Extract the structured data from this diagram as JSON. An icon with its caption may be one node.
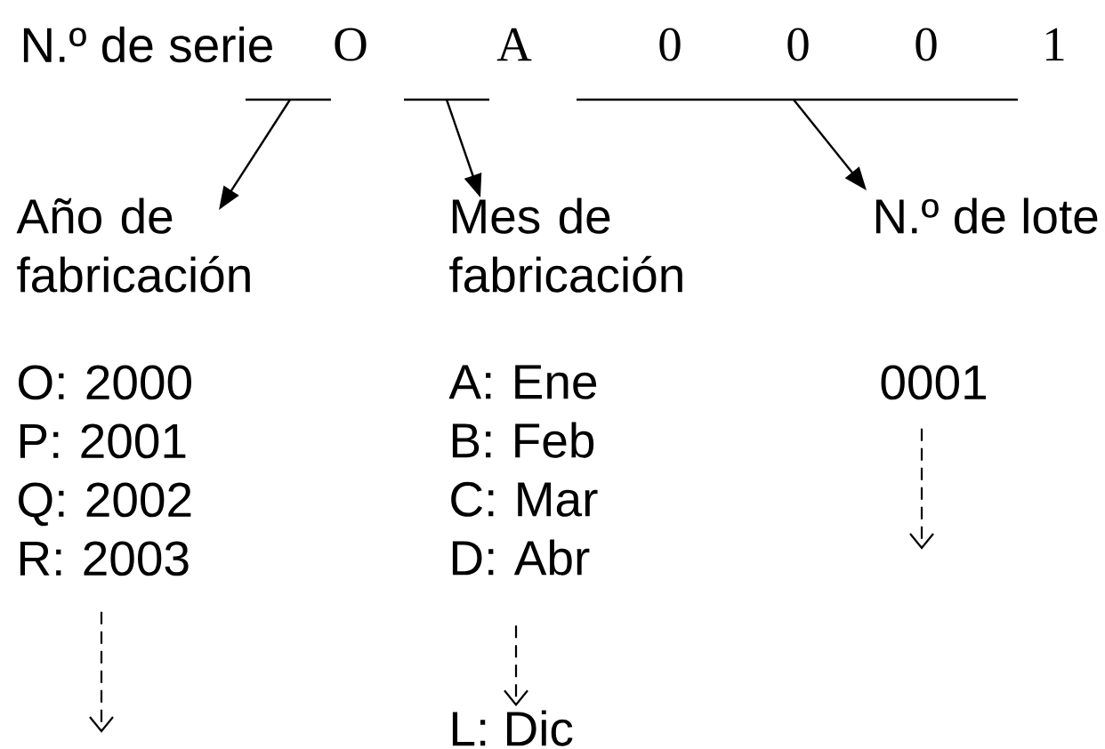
{
  "diagram": {
    "nodes": [
      {
        "text": [
          "O"
        ]
      },
      {
        "text": [
          "A"
        ]
      },
      {
        "text": [
          "0",
          "0",
          "0",
          "1"
        ]
      },
      {
        "text": [
          "Año de fabricación"
        ]
      },
      {
        "text": [
          "Mes de fabricación"
        ]
      },
      {
        "text": [
          "N.º de lote"
        ]
      },
      {
        "text": [
          "O: 2000 P: 2001 Q: 2002 R: 2003"
        ]
      },
      {
        "text": [
          "A: Ene B: Feb C: Mar D: Abr"
        ]
      },
      {
        "text": [
          "L: Dic"
        ]
      },
      {
        "text": [
          "0001"
        ]
      }
    ],
    "edges": [
      {
        "from": 0,
        "to": 3,
        "arrow": "to"
      },
      {
        "from": 1,
        "to": 4,
        "arrow": "to"
      },
      {
        "from": 2,
        "to": 5,
        "arrow": "to"
      },
      {
        "from": 6,
        "to": null,
        "arrow": "to",
        "style": "dashed"
      },
      {
        "from": 7,
        "to": 8,
        "arrow": "to",
        "style": "dashed"
      },
      {
        "from": 9,
        "to": null,
        "arrow": "to",
        "style": "dashed"
      }
    ],
    "labels": [
      "N.º de serie"
    ]
  }
}
